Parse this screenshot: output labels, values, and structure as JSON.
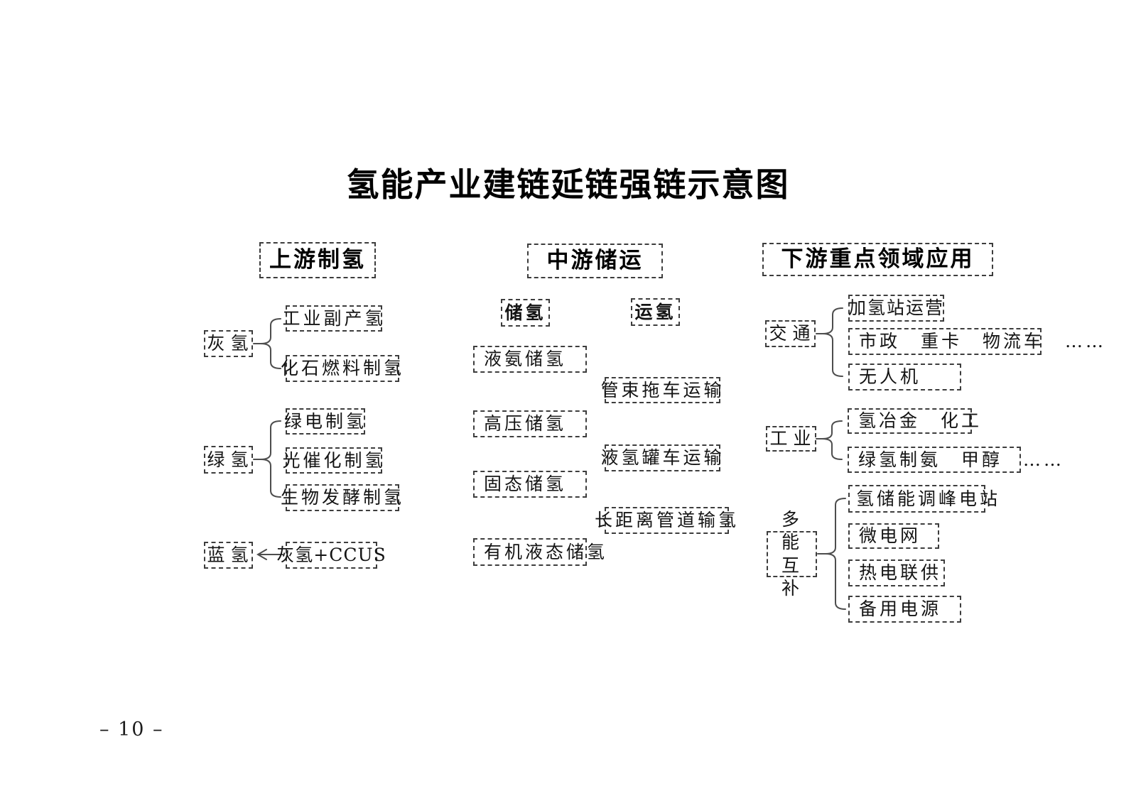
{
  "title": "氢能产业建链延链强链示意图",
  "page_number": "– 10 –",
  "upstream": {
    "header": "上游制氢",
    "gray": {
      "parent": "灰氢",
      "children": [
        "工业副产氢",
        "化石燃料制氢"
      ]
    },
    "green": {
      "parent": "绿氢",
      "children": [
        "绿电制氢",
        "光催化制氢",
        "生物发酵制氢"
      ]
    },
    "blue": {
      "parent": "蓝氢",
      "source": "灰氢+CCUS"
    }
  },
  "midstream": {
    "header": "中游储运",
    "storage": {
      "label": "储氢",
      "items": [
        "液氨储氢",
        "高压储氢",
        "固态储氢",
        "有机液态储氢"
      ]
    },
    "transport": {
      "label": "运氢",
      "items": [
        "管束拖车运输",
        "液氢罐车运输",
        "长距离管道输氢"
      ]
    }
  },
  "downstream": {
    "header": "下游重点领域应用",
    "traffic": {
      "parent": "交通",
      "children": [
        "加氢站运营",
        "市政　重卡　物流车　……",
        "无人机"
      ]
    },
    "industry": {
      "parent": "工业",
      "children": [
        "氢冶金　化工",
        "绿氢制氨　甲醇　……"
      ]
    },
    "multi_energy": {
      "parent": "多能互补",
      "children": [
        "氢储能调峰电站",
        "微电网",
        "热电联供",
        "备用电源"
      ]
    }
  }
}
